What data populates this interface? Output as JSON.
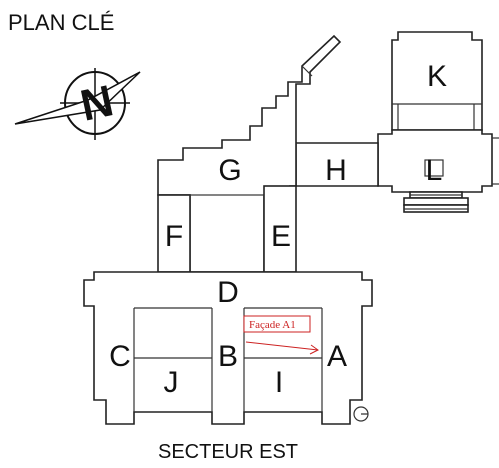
{
  "title": "PLAN CLÉ",
  "footer": "SECTEUR EST",
  "compass_letter": "N",
  "sectors": {
    "A": "A",
    "B": "B",
    "C": "C",
    "D": "D",
    "E": "E",
    "F": "F",
    "G": "G",
    "H": "H",
    "I": "I",
    "J": "J",
    "K": "K",
    "L": "L"
  },
  "annotation": {
    "label": "Façade A1",
    "color": "#cc2222"
  }
}
